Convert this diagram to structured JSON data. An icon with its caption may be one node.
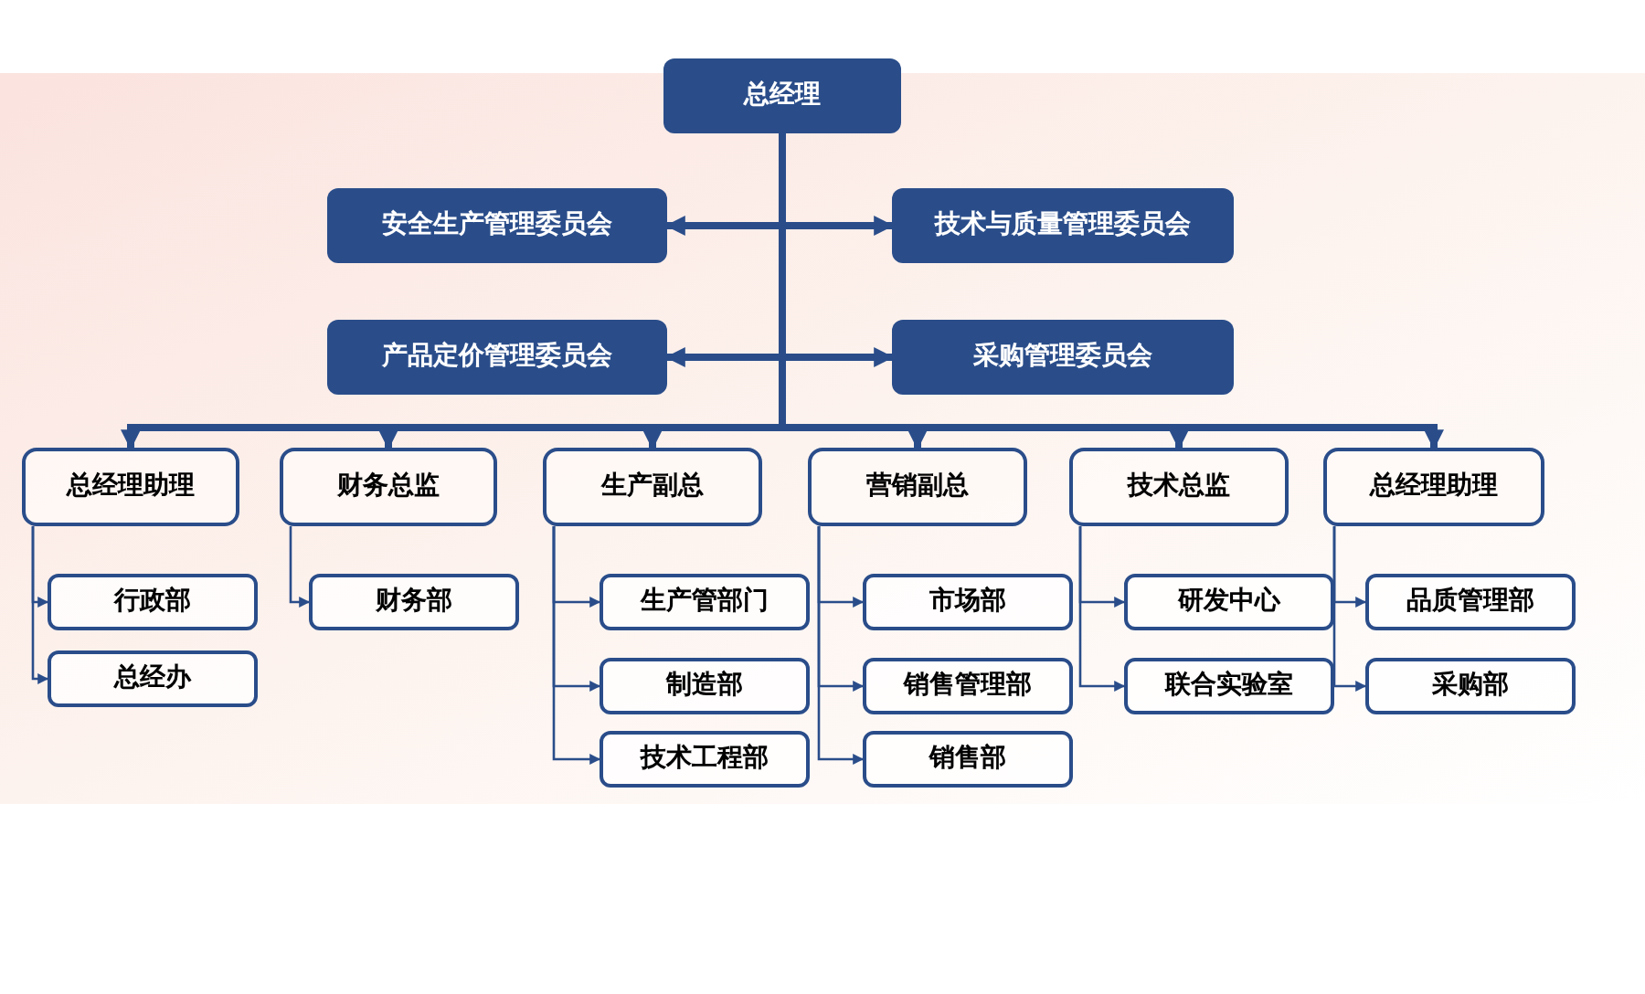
{
  "diagram": {
    "nodes": [
      {
        "text": [
          "总经理"
        ]
      },
      {
        "text": [
          "安全生产管理委员会"
        ]
      },
      {
        "text": [
          "技术与质量管理委员会"
        ]
      },
      {
        "text": [
          "产品定价管理委员会"
        ]
      },
      {
        "text": [
          "采购管理委员会"
        ]
      },
      {
        "text": [
          "总经理助理"
        ]
      },
      {
        "text": [
          "财务总监"
        ]
      },
      {
        "text": [
          "生产副总"
        ]
      },
      {
        "text": [
          "营销副总"
        ]
      },
      {
        "text": [
          "技术总监"
        ]
      },
      {
        "text": [
          "总经理助理"
        ]
      },
      {
        "text": [
          "行政部"
        ]
      },
      {
        "text": [
          "总经办"
        ]
      },
      {
        "text": [
          "财务部"
        ]
      },
      {
        "text": [
          "生产管部门"
        ]
      },
      {
        "text": [
          "制造部"
        ]
      },
      {
        "text": [
          "技术工程部"
        ]
      },
      {
        "text": [
          "市场部"
        ]
      },
      {
        "text": [
          "销售管理部"
        ]
      },
      {
        "text": [
          "销售部"
        ]
      },
      {
        "text": [
          "研发中心"
        ]
      },
      {
        "text": [
          "联合实验室"
        ]
      },
      {
        "text": [
          "品质管理部"
        ]
      },
      {
        "text": [
          "采购部"
        ]
      }
    ],
    "edges": [
      {
        "from": 0,
        "to": 1,
        "arrow": "to",
        "style": "thick"
      },
      {
        "from": 0,
        "to": 2,
        "arrow": "to",
        "style": "thick"
      },
      {
        "from": 0,
        "to": 3,
        "arrow": "to",
        "style": "thick"
      },
      {
        "from": 0,
        "to": 4,
        "arrow": "to",
        "style": "thick"
      },
      {
        "from": 0,
        "to": 5,
        "arrow": "to",
        "style": "thick"
      },
      {
        "from": 0,
        "to": 6,
        "arrow": "to",
        "style": "thick"
      },
      {
        "from": 0,
        "to": 7,
        "arrow": "to",
        "style": "thick"
      },
      {
        "from": 0,
        "to": 8,
        "arrow": "to",
        "style": "thick"
      },
      {
        "from": 0,
        "to": 9,
        "arrow": "to",
        "style": "thick"
      },
      {
        "from": 0,
        "to": 10,
        "arrow": "to",
        "style": "thick"
      },
      {
        "from": 5,
        "to": 11,
        "arrow": "to"
      },
      {
        "from": 5,
        "to": 12,
        "arrow": "to"
      },
      {
        "from": 6,
        "to": 13,
        "arrow": "to"
      },
      {
        "from": 7,
        "to": 14,
        "arrow": "to"
      },
      {
        "from": 7,
        "to": 15,
        "arrow": "to"
      },
      {
        "from": 7,
        "to": 16,
        "arrow": "to"
      },
      {
        "from": 8,
        "to": 17,
        "arrow": "to"
      },
      {
        "from": 8,
        "to": 18,
        "arrow": "to"
      },
      {
        "from": 8,
        "to": 19,
        "arrow": "to"
      },
      {
        "from": 9,
        "to": 20,
        "arrow": "to"
      },
      {
        "from": 9,
        "to": 21,
        "arrow": "to"
      },
      {
        "from": 10,
        "to": 22,
        "arrow": "to"
      },
      {
        "from": 10,
        "to": 23,
        "arrow": "to"
      }
    ]
  }
}
